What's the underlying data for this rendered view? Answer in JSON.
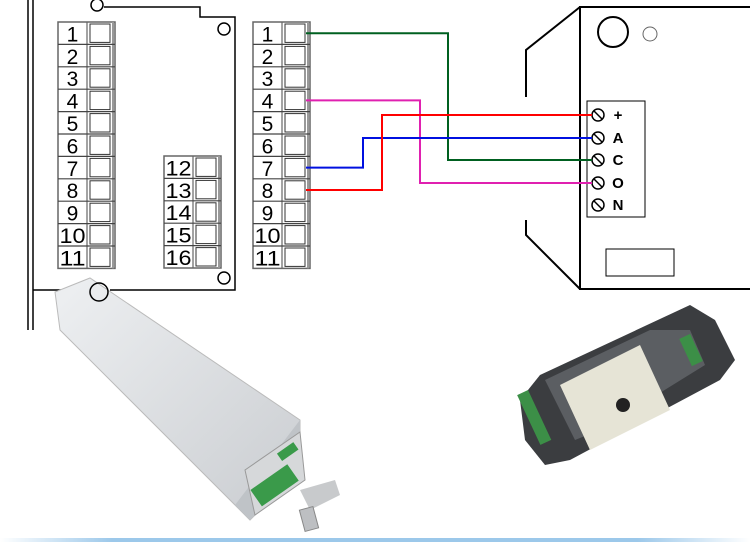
{
  "controller": {
    "block_left": [
      "1",
      "2",
      "3",
      "4",
      "5",
      "6",
      "7",
      "8",
      "9",
      "10",
      "11"
    ],
    "block_middle": [
      "12",
      "13",
      "14",
      "15",
      "16"
    ],
    "block_right": [
      "1",
      "2",
      "3",
      "4",
      "5",
      "6",
      "7",
      "8",
      "9",
      "10",
      "11"
    ]
  },
  "sensor_terminal": {
    "labels": [
      "+",
      "A",
      "C",
      "O",
      "N"
    ]
  },
  "wires": [
    {
      "from": "1",
      "to": "C",
      "color": "#006020"
    },
    {
      "from": "4",
      "to": "O",
      "color": "#e020b0"
    },
    {
      "from": "7",
      "to": "A",
      "color": "#0010e0"
    },
    {
      "from": "8",
      "to": "+",
      "color": "#ff0000"
    }
  ],
  "colors": {
    "line": "#000000",
    "terminal_fill": "#ffffff",
    "terminal_border": "#777777",
    "footer_line": "#7fb8e0"
  }
}
